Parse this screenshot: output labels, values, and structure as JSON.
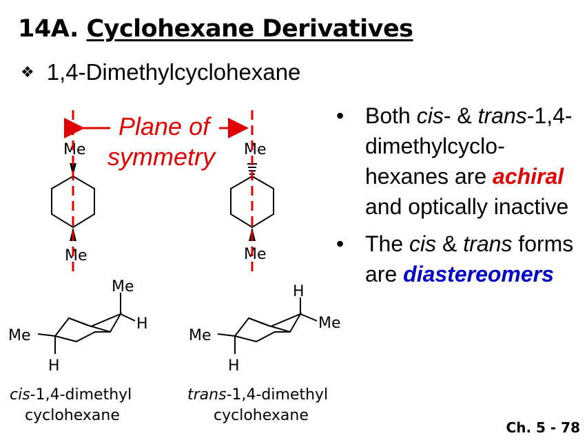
{
  "header": {
    "title_number": "14A.",
    "title_text": "Cyclohexane Derivatives",
    "subtitle": "1,4-Dimethylcyclohexane",
    "subtitle_icon": "diamond-bullet-icon"
  },
  "diagram": {
    "plane_line1": "Plane of",
    "plane_line2": "symmetry",
    "me": "Me",
    "h": "H",
    "cis_prefix": "cis",
    "cis_rest": "-1,4-dimethyl",
    "cis_line2": "cyclohexane",
    "trans_prefix": "trans",
    "trans_rest": "-1,4-dimethyl",
    "trans_line2": "cyclohexane",
    "plane_color": "#e00000"
  },
  "bullets": {
    "b1_p1": "Both ",
    "b1_cis": "cis",
    "b1_p2": "- & ",
    "b1_trans": "trans",
    "b1_p3": "-1,4-dimethylcyclo-hexanes are ",
    "b1_achiral": "achiral",
    "b1_p4": " and optically inactive",
    "b2_p1": "The ",
    "b2_cis": "cis",
    "b2_p2": " & ",
    "b2_trans": "trans",
    "b2_p3": " forms are ",
    "b2_dia": "diastereomers",
    "bullet_char": "•"
  },
  "footer": {
    "page": "Ch. 5 - 78"
  },
  "colors": {
    "red": "#e00000",
    "blue": "#0000c8"
  }
}
